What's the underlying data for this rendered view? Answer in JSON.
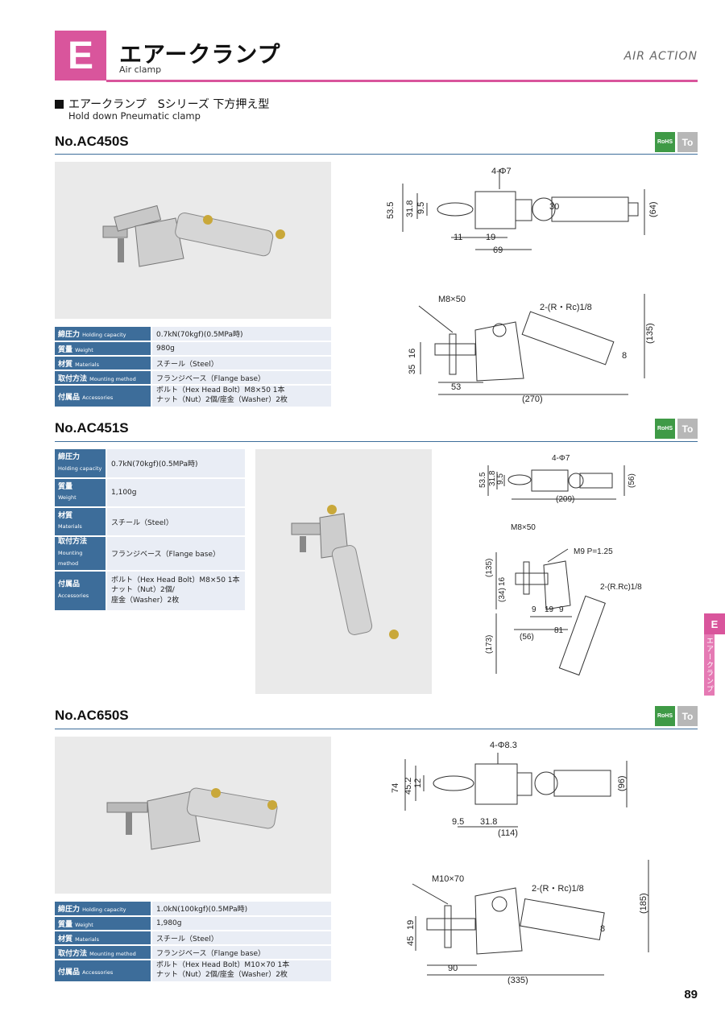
{
  "header": {
    "badge": "E",
    "title": "エアークランプ",
    "subtitle": "Air clamp",
    "right": "AIR ACTION"
  },
  "series": {
    "title": "エアークランプ　Sシリーズ 下方押え型",
    "subtitle": "Hold down Pneumatic clamp"
  },
  "badges": {
    "rohs": "RoHS",
    "tio": "To"
  },
  "models": [
    {
      "name": "No.AC450S",
      "specs": [
        {
          "label": "締圧力",
          "en": "Holding capacity",
          "value": "0.7kN(70kgf)(0.5MPa時)"
        },
        {
          "label": "質量",
          "en": "Weight",
          "value": "980g"
        },
        {
          "label": "材質",
          "en": "Materials",
          "value": "スチール（Steel）"
        },
        {
          "label": "取付方法",
          "en": "Mounting method",
          "value": "フランジベース（Flange base）"
        },
        {
          "label": "付属品",
          "en": "Accessories",
          "value": "ボルト（Hex Head Bolt）M8×50 1本",
          "value2": "ナット（Nut）2個/座金（Washer）2枚"
        }
      ],
      "top_dims": {
        "hole": "4-Φ7",
        "h1": "53.5",
        "h2": "31.8",
        "h3": "9.5",
        "h4": "(64)",
        "w1": "11",
        "w2": "19",
        "w3": "69",
        "r": "30"
      },
      "side_dims": {
        "bolt": "M8×50",
        "port": "2-(R・Rc)1/8",
        "v1": "16",
        "v2": "35",
        "h": "(135)",
        "w1": "53",
        "w2": "(270)",
        "r": "8"
      }
    },
    {
      "name": "No.AC451S",
      "specs": [
        {
          "label": "締圧力",
          "en": "Holding capacity",
          "value": "0.7kN(70kgf)(0.5MPa時)"
        },
        {
          "label": "質量",
          "en": "Weight",
          "value": "1,100g"
        },
        {
          "label": "材質",
          "en": "Materials",
          "value": "スチール（Steel）"
        },
        {
          "label": "取付方法",
          "en": "Mounting method",
          "value": "フランジベース（Flange base）"
        },
        {
          "label": "付属品",
          "en": "Accessories",
          "value": "ボルト（Hex Head Bolt）M8×50 1本",
          "value2": "ナット（Nut）2個/",
          "value3": "座金（Washer）2枚"
        }
      ],
      "top_dims": {
        "hole": "4-Φ7",
        "h1": "53.5",
        "h2": "31.8",
        "h3": "9.5",
        "h4": "(56)",
        "w1": "(209)"
      },
      "side_dims": {
        "bolt": "M8×50",
        "thread": "M9 P=1.25",
        "port": "2-(R.Rc)1/8",
        "v1": "(135)",
        "v2": "16",
        "v3": "(34)",
        "v4": "(173)",
        "w1": "9",
        "w2": "19",
        "w3": "9",
        "w4": "81",
        "w5": "(56)"
      }
    },
    {
      "name": "No.AC650S",
      "specs": [
        {
          "label": "締圧力",
          "en": "Holding capacity",
          "value": "1.0kN(100kgf)(0.5MPa時)"
        },
        {
          "label": "質量",
          "en": "Weight",
          "value": "1,980g"
        },
        {
          "label": "材質",
          "en": "Materials",
          "value": "スチール（Steel）"
        },
        {
          "label": "取付方法",
          "en": "Mounting method",
          "value": "フランジベース（Flange base）"
        },
        {
          "label": "付属品",
          "en": "Accessories",
          "value": "ボルト（Hex Head Bolt）M10×70 1本",
          "value2": "ナット（Nut）2個/座金（Washer）2枚"
        }
      ],
      "top_dims": {
        "hole": "4-Φ8.3",
        "h1": "74",
        "h2": "45.2",
        "h3": "12",
        "h4": "(96)",
        "w1": "9.5",
        "w2": "31.8",
        "w3": "(114)"
      },
      "side_dims": {
        "bolt": "M10×70",
        "port": "2-(R・Rc)1/8",
        "v1": "19",
        "v2": "45",
        "h": "(185)",
        "w1": "90",
        "w2": "(335)",
        "r": "8"
      }
    }
  ],
  "side_tab": {
    "letter": "E",
    "label": "エアークランプ"
  },
  "page_number": "89"
}
